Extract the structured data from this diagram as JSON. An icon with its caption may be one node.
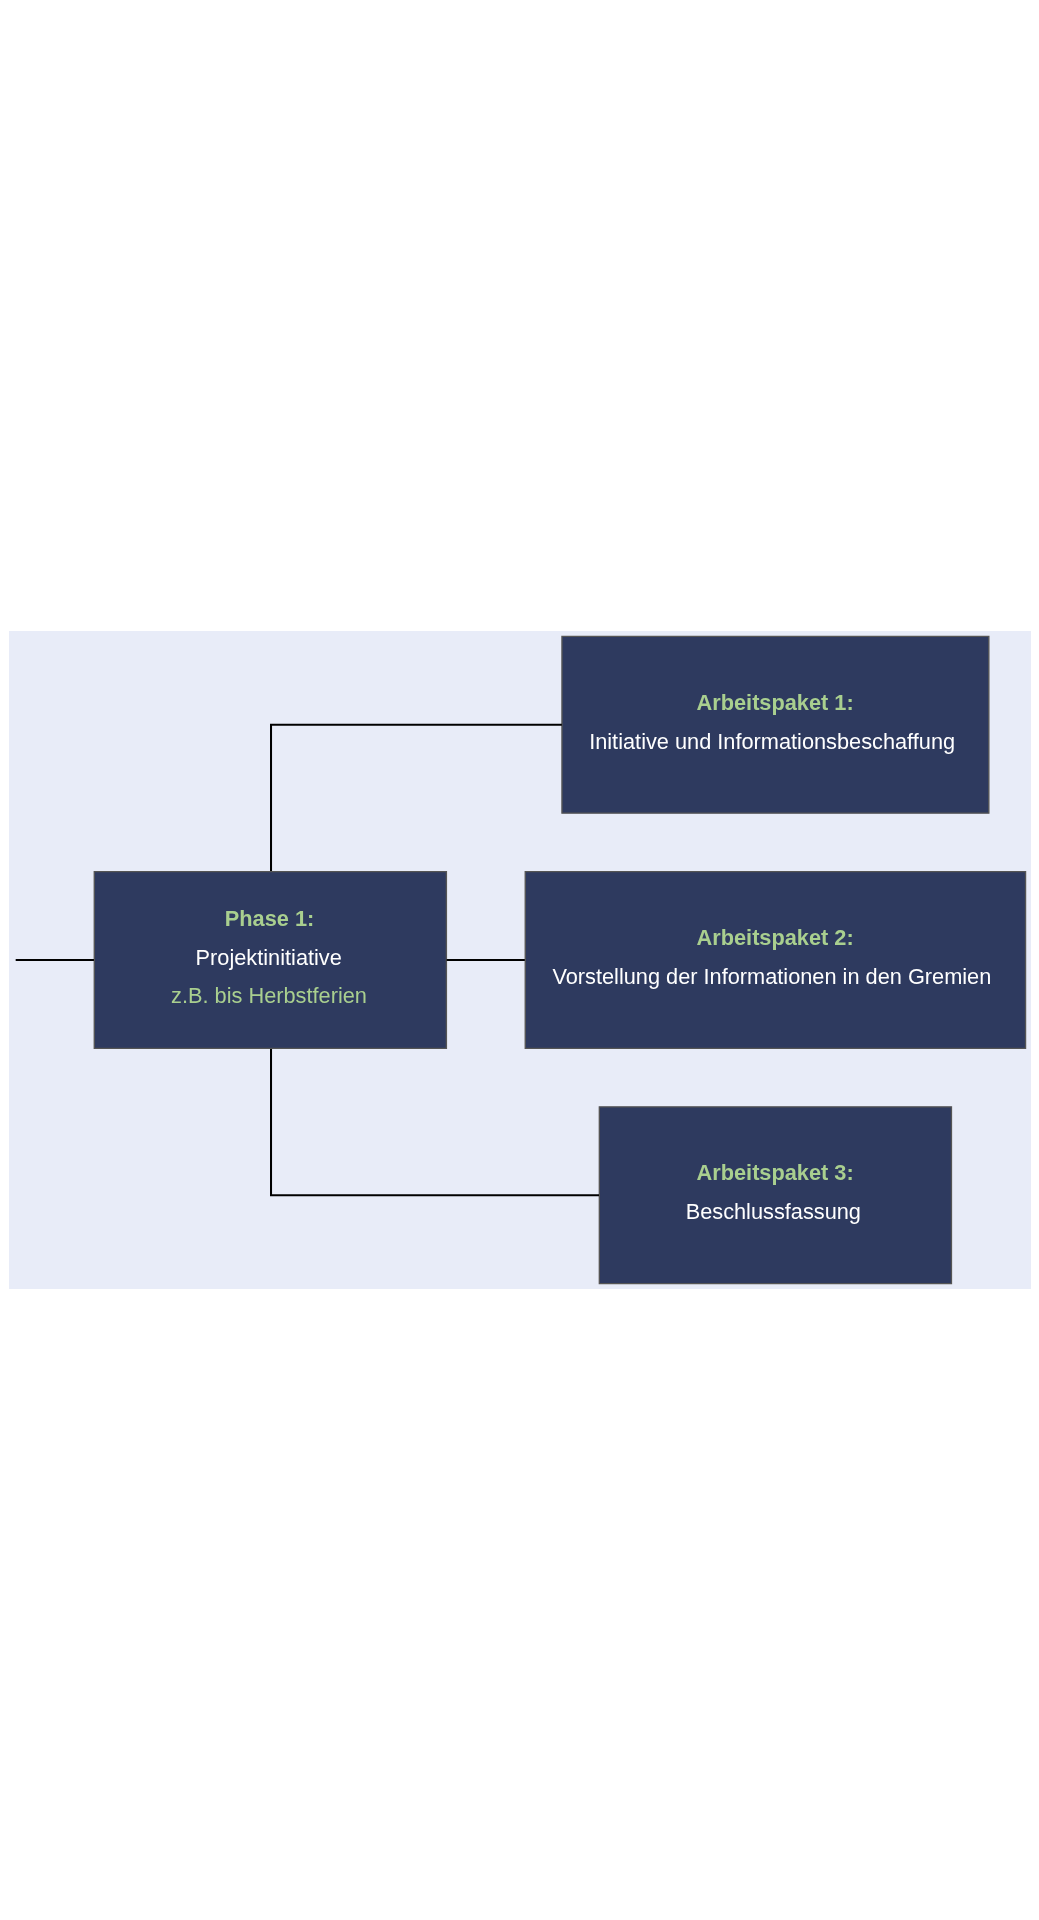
{
  "diagram": {
    "nodes": [
      {
        "text": [
          "Phase 1:",
          "Projektinitiative",
          "z.B. bis Herbstferien"
        ]
      },
      {
        "text": [
          "Arbeitspaket 1:",
          "Initiative und Informationsbeschaffung"
        ]
      },
      {
        "text": [
          "Arbeitspaket 2:",
          "Vorstellung der Informationen in den Gremien"
        ]
      },
      {
        "text": [
          "Arbeitspaket 3:",
          "Beschlussfassung"
        ]
      }
    ],
    "edges": [
      {
        "from": null,
        "to": 0,
        "arrow": "none"
      },
      {
        "from": 0,
        "to": 1,
        "arrow": "none"
      },
      {
        "from": 0,
        "to": 2,
        "arrow": "none"
      },
      {
        "from": 0,
        "to": 3,
        "arrow": "none"
      }
    ]
  }
}
